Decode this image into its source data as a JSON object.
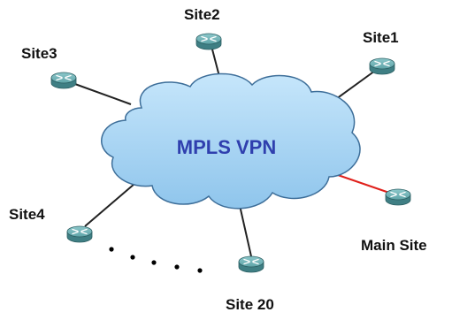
{
  "diagram": {
    "cloud_label": "MPLS VPN",
    "sites": {
      "site1": "Site1",
      "site2": "Site2",
      "site3": "Site3",
      "site4": "Site4",
      "site20": "Site 20",
      "main": "Main Site"
    },
    "icon": "router-icon"
  },
  "colors": {
    "cloud_fill": "#a9d6f5",
    "cloud_stroke": "#3d6e99",
    "cloud_text": "#2f3fae",
    "link": "#222222",
    "main_link": "#e0201b",
    "router_body": "#5fa4a8",
    "router_arrows": "#ffffff",
    "label": "#111111"
  }
}
